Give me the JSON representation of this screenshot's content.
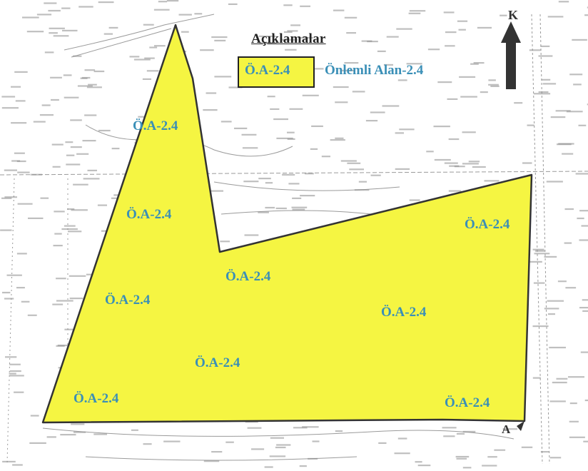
{
  "colors": {
    "parcel_fill": "#f5f542",
    "label_text": "#3a8fb7",
    "boundary": "#333333"
  },
  "legend": {
    "title": "Açıklamalar",
    "swatch_label": "Ö.A-2.4",
    "description": "Önlemli Alan-2.4"
  },
  "north_arrow": {
    "label": "K"
  },
  "corner_marker": "A",
  "zone_labels": [
    "Ö.A-2.4",
    "Ö.A-2.4",
    "Ö.A-2.4",
    "Ö.A-2.4",
    "Ö.A-2.4",
    "Ö.A-2.4",
    "Ö.A-2.4",
    "Ö.A-2.4",
    "Ö.A-2.4"
  ]
}
